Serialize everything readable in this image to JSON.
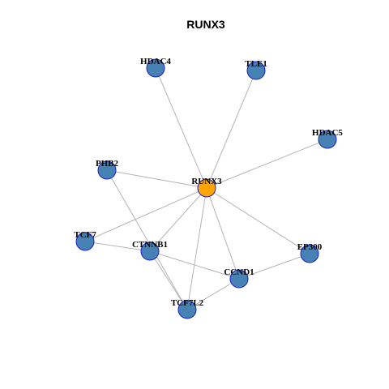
{
  "title": "RUNX3",
  "colors": {
    "hub_fill": "#FFA500",
    "node_fill": "#4682B4",
    "node_stroke": "#1E1EC8",
    "edge": "#B4B4B4"
  },
  "nodes": [
    {
      "id": "RUNX3",
      "label": "RUNX3",
      "hub": true
    },
    {
      "id": "HDAC4",
      "label": "HDAC4",
      "hub": false
    },
    {
      "id": "TLE1",
      "label": "TLE1",
      "hub": false
    },
    {
      "id": "HDAC5",
      "label": "HDAC5",
      "hub": false
    },
    {
      "id": "PHB2",
      "label": "PHB2",
      "hub": false
    },
    {
      "id": "TCF7",
      "label": "TCF7",
      "hub": false
    },
    {
      "id": "CTNNB1",
      "label": "CTNNB1",
      "hub": false
    },
    {
      "id": "EP300",
      "label": "EP300",
      "hub": false
    },
    {
      "id": "CCND1",
      "label": "CCND1",
      "hub": false
    },
    {
      "id": "TCF7L2",
      "label": "TCF7L2",
      "hub": false
    }
  ],
  "edges": [
    [
      "RUNX3",
      "HDAC4"
    ],
    [
      "RUNX3",
      "TLE1"
    ],
    [
      "RUNX3",
      "HDAC5"
    ],
    [
      "RUNX3",
      "PHB2"
    ],
    [
      "RUNX3",
      "TCF7"
    ],
    [
      "RUNX3",
      "CTNNB1"
    ],
    [
      "RUNX3",
      "EP300"
    ],
    [
      "RUNX3",
      "CCND1"
    ],
    [
      "RUNX3",
      "TCF7L2"
    ],
    [
      "PHB2",
      "TCF7L2"
    ],
    [
      "TCF7",
      "CTNNB1"
    ],
    [
      "CTNNB1",
      "CCND1"
    ],
    [
      "CTNNB1",
      "TCF7L2"
    ],
    [
      "CCND1",
      "EP300"
    ],
    [
      "CCND1",
      "TCF7L2"
    ]
  ]
}
